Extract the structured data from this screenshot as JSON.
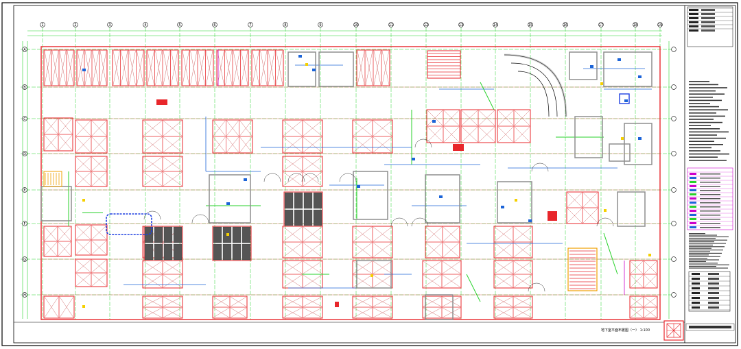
{
  "drawing": {
    "caption": "地下室平面布置图（一） 1:100",
    "top_axis_labels": [
      "1",
      "2",
      "3",
      "4",
      "5",
      "6",
      "7",
      "8",
      "9",
      "10",
      "11",
      "12",
      "13",
      "14",
      "15",
      "16",
      "17",
      "18",
      "19"
    ],
    "side_axis_labels": [
      "A",
      "B",
      "C",
      "D",
      "E",
      "F",
      "G",
      "H"
    ],
    "colors": {
      "wall": "#e8262b",
      "grid": "#27d22a",
      "pipe": "#1c64d8",
      "equipment": "#8d8d8d",
      "accent": "#f0a000",
      "line": "#000000",
      "magenta": "#cc00cc"
    }
  },
  "title_block": {
    "company_stamp": "seal",
    "legend_label": "图例"
  }
}
